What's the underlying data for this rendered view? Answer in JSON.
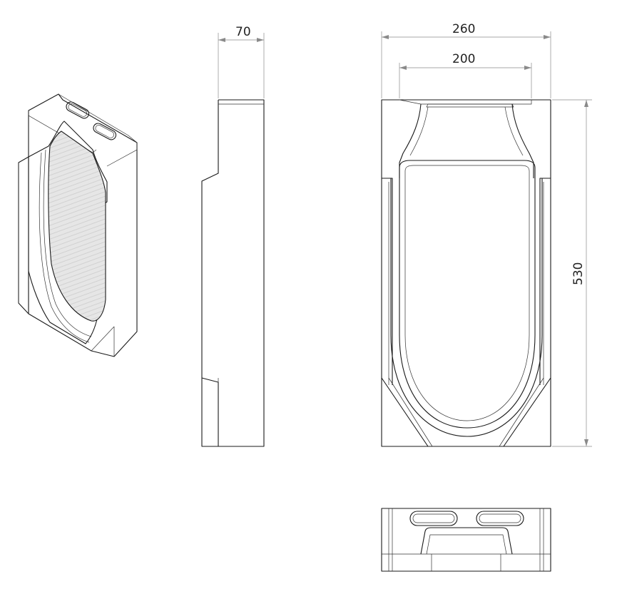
{
  "dimensions": {
    "thickness": "70",
    "outer_width": "260",
    "inner_width": "200",
    "height": "530"
  }
}
